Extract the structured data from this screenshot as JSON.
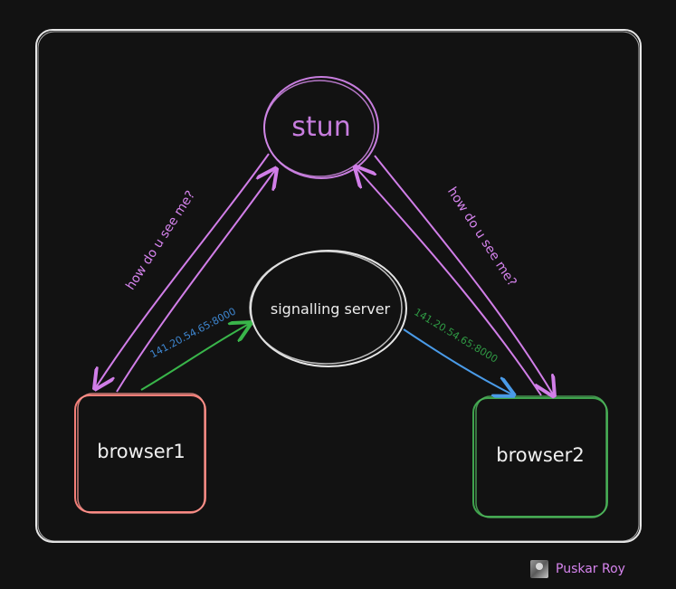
{
  "diagram": {
    "nodes": {
      "stun": {
        "label": "stun",
        "color": "#c77dde"
      },
      "signalling": {
        "label": "signalling server",
        "color": "#e6e6e6"
      },
      "browser1": {
        "label": "browser1",
        "color": "#f47e78"
      },
      "browser2": {
        "label": "browser2",
        "color": "#3fa34d"
      }
    },
    "edges": {
      "stun_left_label": {
        "text": "how do u see me?",
        "color": "#d684ee"
      },
      "stun_right_label": {
        "text": "how do u see me?",
        "color": "#d684ee"
      },
      "left_ip_label": {
        "text": "141.20.54.65:8000",
        "color": "#3e87d1"
      },
      "right_ip_label": {
        "text": "141.20.54.65:8000",
        "color": "#2f9a44"
      }
    },
    "colors": {
      "frame": "#e6e6e6",
      "green_arrow": "#39b54a",
      "blue_arrow": "#4a9be8",
      "purple_arrow": "#d17ee8"
    }
  },
  "credit": {
    "name": "Puskar Roy",
    "color": "#d684ee"
  }
}
